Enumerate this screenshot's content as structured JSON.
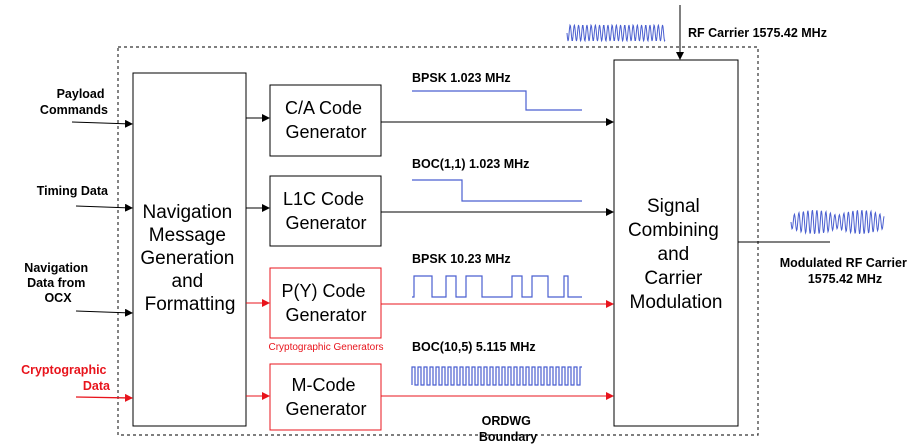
{
  "inputs": {
    "payload": [
      "Payload",
      "Commands"
    ],
    "timing": "Timing Data",
    "nav_ocx": [
      "Navigation",
      "Data from",
      "OCX"
    ],
    "crypto": [
      "Cryptographic",
      "Data"
    ]
  },
  "nav_block": [
    "Navigation",
    "Message",
    "Generation",
    "and",
    "Formatting"
  ],
  "generators": {
    "ca": [
      "C/A Code",
      "Generator"
    ],
    "l1c": [
      "L1C Code",
      "Generator"
    ],
    "py": [
      "P(Y) Code",
      "Generator"
    ],
    "m": [
      "M-Code",
      "Generator"
    ],
    "crypto_caption": "Cryptographic Generators"
  },
  "signals": {
    "ca": "BPSK  1.023 MHz",
    "l1c": "BOC(1,1)  1.023 MHz",
    "py": "BPSK  10.23 MHz",
    "m": "BOC(10,5)  5.115 MHz"
  },
  "combiner": [
    "Signal",
    "Combining",
    "and",
    "Carrier",
    "Modulation"
  ],
  "rf_carrier": "RF Carrier 1575.42 MHz",
  "output": [
    "Modulated RF Carrier",
    "1575.42 MHz"
  ],
  "boundary": [
    "ORDWG",
    "Boundary"
  ],
  "colors": {
    "blue": "#4a5fd0",
    "red": "#e8141c",
    "black": "#000000"
  }
}
